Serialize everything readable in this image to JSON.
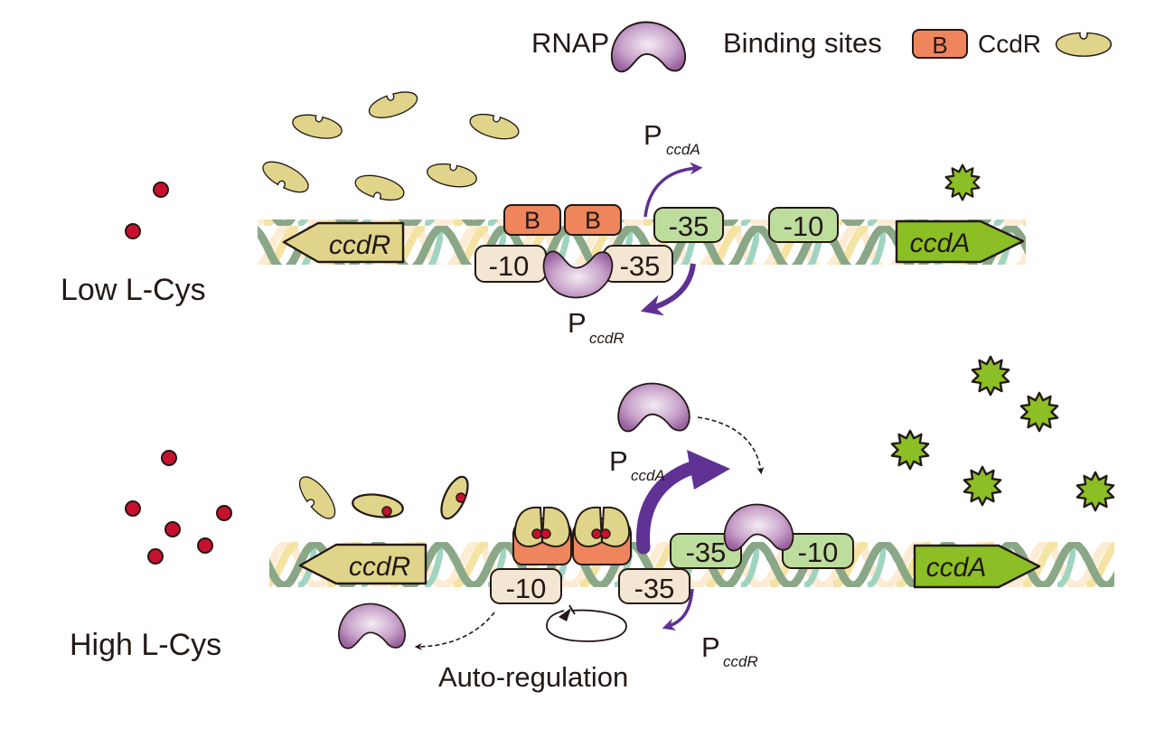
{
  "legend": {
    "rnap_label": "RNAP",
    "binding_sites_label": "Binding sites",
    "binding_site_symbol": "B",
    "ccdr_label": "CcdR"
  },
  "colors": {
    "rnap_purple": "#a06aa8",
    "binding_site_orange": "#ee855d",
    "ccdr_khaki": "#dfd489",
    "ccda_green": "#8bbf25",
    "promoter_beige": "#f3e6d2",
    "promoter_green": "#bddd9d",
    "lcys_red": "#c8102e",
    "arrow_purple": "#5e3193",
    "dna_dark": "#8aa887",
    "dna_yellow": "#f5e3a3",
    "dna_cream": "#fdebd3",
    "dna_teal": "#9fd5c0"
  },
  "panels": {
    "low": {
      "condition_label": "Low L-Cys",
      "gene_left": "ccdR",
      "gene_right": "ccdA",
      "binding_sites": [
        "B",
        "B"
      ],
      "pccdR_boxes": [
        "-10",
        "-35"
      ],
      "pccdA_boxes": [
        "-35",
        "-10"
      ],
      "promoter_a_label": "P",
      "promoter_a_sub": "ccdA",
      "promoter_r_label": "P",
      "promoter_r_sub": "ccdR"
    },
    "high": {
      "condition_label": "High L-Cys",
      "gene_left": "ccdR",
      "gene_right": "ccdA",
      "pccdR_boxes": [
        "-10",
        "-35"
      ],
      "pccdA_boxes": [
        "-35",
        "-10"
      ],
      "promoter_a_label": "P",
      "promoter_a_sub": "ccdA",
      "promoter_r_label": "P",
      "promoter_r_sub": "ccdR",
      "auto_regulation_label": "Auto-regulation"
    }
  }
}
